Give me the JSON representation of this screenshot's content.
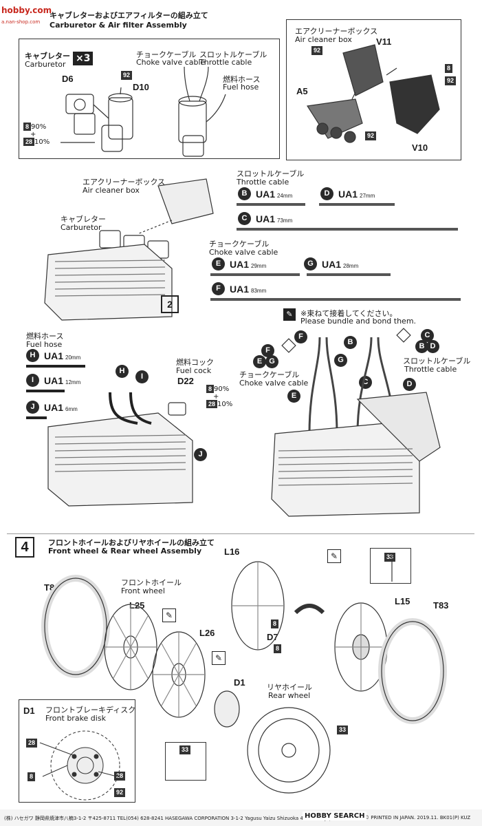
{
  "watermark": {
    "site": "hobby.com",
    "sub": "a.nan-shop.com"
  },
  "step3": {
    "title_jp": "キャブレターおよびエアフィルターの組み立て",
    "title_en": "Carburetor & Air filter Assembly",
    "carb_jp": "キャブレター",
    "carb_en": "Carburetor",
    "times": "×3",
    "choke_jp": "チョークケーブル",
    "choke_en": "Choke valve cable",
    "throttle_jp": "スロットルケーブル",
    "throttle_en": "Throttle cable",
    "fuelhose_jp": "燃料ホース",
    "fuelhose_en": "Fuel hose",
    "parts": {
      "d6": "D6",
      "d10": "D10",
      "c92": "92"
    },
    "paint": {
      "c8": "8",
      "p1": "90%",
      "plus": "+",
      "c28": "28",
      "p2": "10%"
    },
    "aircleaner_jp": "エアクリーナーボックス",
    "aircleaner_en": "Air cleaner box",
    "ac_parts": {
      "v11": "V11",
      "a5": "A5",
      "v10": "V10",
      "c92a": "92",
      "c8": "8",
      "c92b": "92",
      "c92c": "92"
    }
  },
  "middle": {
    "aircleaner_jp": "エアクリーナーボックス",
    "aircleaner_en": "Air cleaner box",
    "carb_jp": "キャブレター",
    "carb_en": "Carburetor",
    "step_ref": "2",
    "throttle_jp": "スロットルケーブル",
    "throttle_en": "Throttle cable",
    "choke_jp": "チョークケーブル",
    "choke_en": "Choke valve cable",
    "ua": "UA1",
    "cables": [
      {
        "letter": "B",
        "len": "24mm"
      },
      {
        "letter": "D",
        "len": "27mm"
      },
      {
        "letter": "C",
        "len": "73mm"
      },
      {
        "letter": "E",
        "len": "29mm"
      },
      {
        "letter": "G",
        "len": "28mm"
      },
      {
        "letter": "F",
        "len": "83mm"
      }
    ],
    "bond_jp": "※束ねて接着してください。",
    "bond_en": "Please bundle and bond them.",
    "fuelhose_jp": "燃料ホース",
    "fuelhose_en": "Fuel hose",
    "hoses": [
      {
        "letter": "H",
        "len": "20mm"
      },
      {
        "letter": "I",
        "len": "12mm"
      },
      {
        "letter": "J",
        "len": "6mm"
      }
    ],
    "fuelcock_jp": "燃料コック",
    "fuelcock_en": "Fuel cock",
    "d22": "D22",
    "paint": {
      "c8": "8",
      "p1": "90%",
      "plus": "+",
      "c28": "28",
      "p2": "10%"
    },
    "labels": {
      "H": "H",
      "I": "I",
      "J": "J",
      "F": "F",
      "G": "G",
      "E": "E",
      "B": "B",
      "C": "C",
      "D": "D"
    }
  },
  "step4": {
    "num": "4",
    "title_jp": "フロントホイールおよびリヤホイールの組み立て",
    "title_en": "Front wheel & Rear wheel Assembly",
    "front_jp": "フロントホイール",
    "front_en": "Front wheel",
    "rear_jp": "リヤホイール",
    "rear_en": "Rear wheel",
    "disk_jp": "フロントブレーキディスク",
    "disk_en": "Front brake disk",
    "parts": {
      "t82": "T82",
      "l25": "L25",
      "l26": "L26",
      "d1": "D1",
      "d1b": "D1",
      "l16": "L16",
      "l15": "L15",
      "t83": "T83",
      "d7": "D7"
    },
    "colors": {
      "c33a": "33",
      "c33b": "33",
      "c33c": "33",
      "c8": "8",
      "c8b": "8",
      "c28a": "28",
      "c28b": "28",
      "c92": "92"
    }
  },
  "footer": {
    "company": "(株) ハセガワ 静岡県焼津市八楠3-1-2 〒425-8711 TEL(054) 628-8241  HASEGAWA CORPORATION 3-1-2 Yagusu Yaizu Shizuoka 425-8711 Japan.",
    "print": "© PRINTED IN JAPAN. 2019.11. BK01(P) KUZ",
    "logo": "HOBBY SEARCH"
  }
}
